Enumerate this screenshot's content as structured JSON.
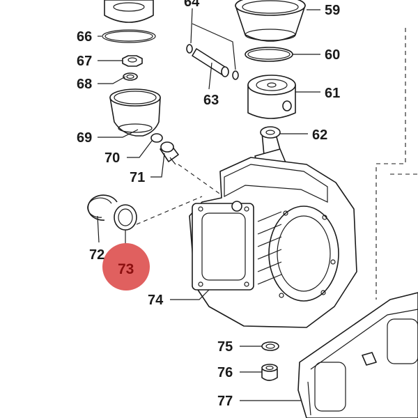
{
  "highlight": {
    "label": "73",
    "color": "#e0605f"
  },
  "labels": {
    "p59": "59",
    "p60": "60",
    "p61": "61",
    "p62": "62",
    "p63": "63",
    "p64": "64",
    "p66": "66",
    "p67": "67",
    "p68": "68",
    "p69": "69",
    "p70": "70",
    "p71": "71",
    "p72": "72",
    "p74": "74",
    "p75": "75",
    "p76": "76",
    "p77": "77"
  },
  "colors": {
    "ink": "#1a1a1a",
    "background": "#ffffff",
    "highlight_text": "#8b0f0f"
  }
}
